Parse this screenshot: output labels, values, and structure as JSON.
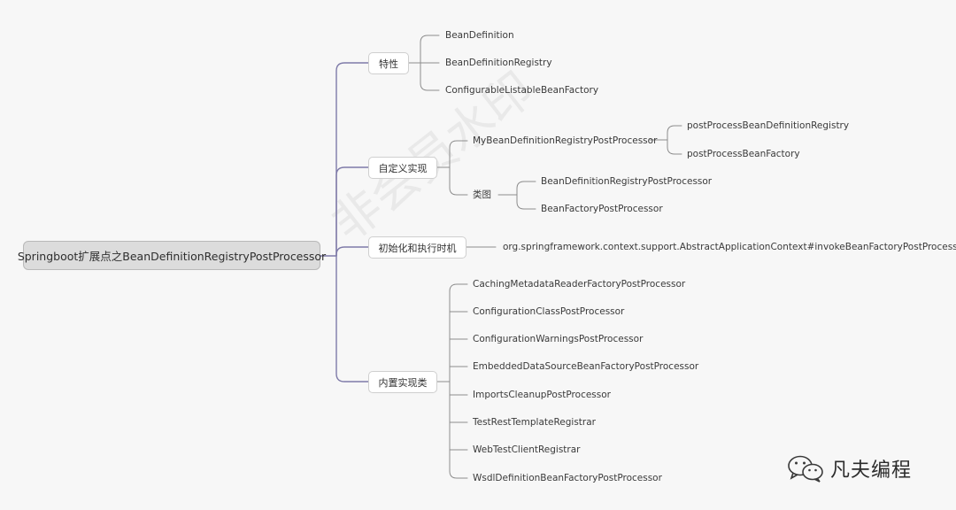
{
  "root": "Springboot扩展点之BeanDefinitionRegistryPostProcessor",
  "watermark": "非会员水印",
  "brand": "凡夫编程",
  "branches": {
    "features": {
      "label": "特性",
      "children": [
        "BeanDefinition",
        "BeanDefinitionRegistry",
        "ConfigurableListableBeanFactory"
      ]
    },
    "custom": {
      "label": "自定义实现",
      "my_processor": {
        "label": "MyBeanDefinitionRegistryPostProcessor",
        "children": [
          "postProcessBeanDefinitionRegistry",
          "postProcessBeanFactory"
        ]
      },
      "class_diagram": {
        "label": "类图",
        "children": [
          "BeanDefinitionRegistryPostProcessor",
          "BeanFactoryPostProcessor"
        ]
      }
    },
    "init_timing": {
      "label": "初始化和执行时机",
      "children": [
        "org.springframework.context.support.AbstractApplicationContext#invokeBeanFactoryPostProcessors"
      ]
    },
    "builtin": {
      "label": "内置实现类",
      "children": [
        "CachingMetadataReaderFactoryPostProcessor",
        "ConfigurationClassPostProcessor",
        "ConfigurationWarningsPostProcessor",
        "EmbeddedDataSourceBeanFactoryPostProcessor",
        "ImportsCleanupPostProcessor",
        "TestRestTemplateRegistrar",
        "WebTestClientRegistrar",
        "WsdlDefinitionBeanFactoryPostProcessor"
      ]
    }
  }
}
